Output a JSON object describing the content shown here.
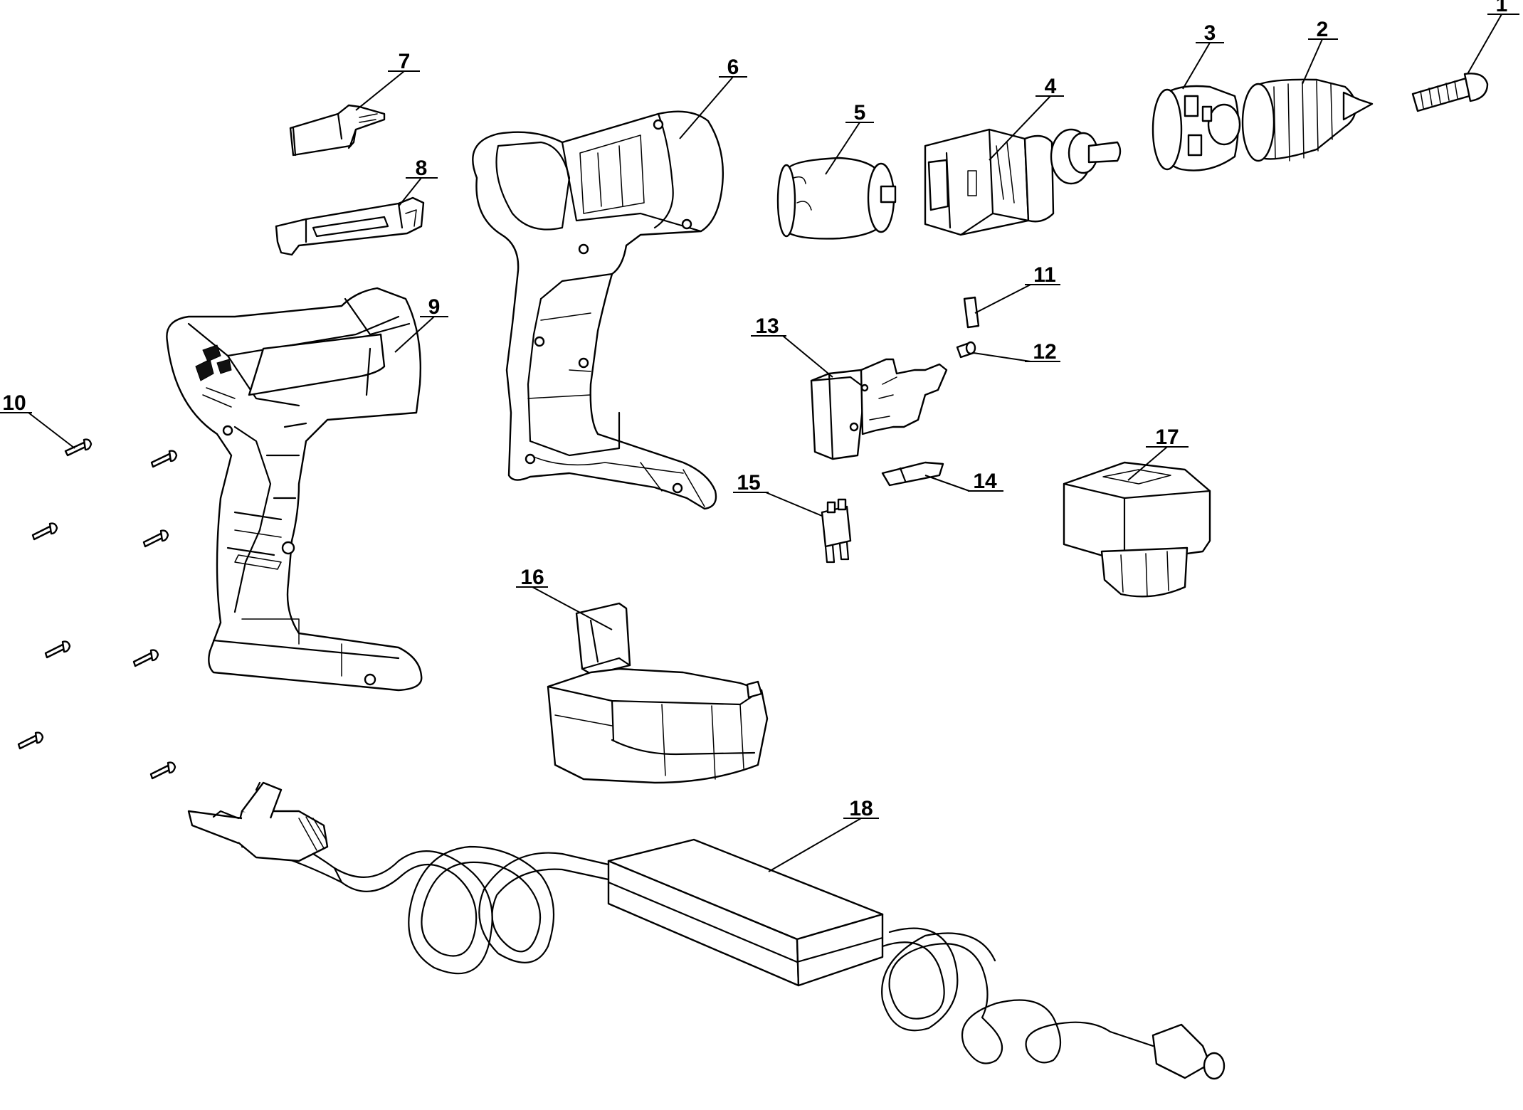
{
  "labels": [
    {
      "id": "p1",
      "text": "1"
    },
    {
      "id": "p2",
      "text": "2"
    },
    {
      "id": "p3",
      "text": "3"
    },
    {
      "id": "p4",
      "text": "4"
    },
    {
      "id": "p5",
      "text": "5"
    },
    {
      "id": "p6",
      "text": "6"
    },
    {
      "id": "p7",
      "text": "7"
    },
    {
      "id": "p8",
      "text": "8"
    },
    {
      "id": "p9",
      "text": "9"
    },
    {
      "id": "p10",
      "text": "10"
    },
    {
      "id": "p11",
      "text": "11"
    },
    {
      "id": "p12",
      "text": "12"
    },
    {
      "id": "p13",
      "text": "13"
    },
    {
      "id": "p14",
      "text": "14"
    },
    {
      "id": "p15",
      "text": "15"
    },
    {
      "id": "p16",
      "text": "16"
    },
    {
      "id": "p17",
      "text": "17"
    },
    {
      "id": "p18",
      "text": "18"
    }
  ],
  "colors": {
    "line": "#000000",
    "background": "#ffffff"
  }
}
